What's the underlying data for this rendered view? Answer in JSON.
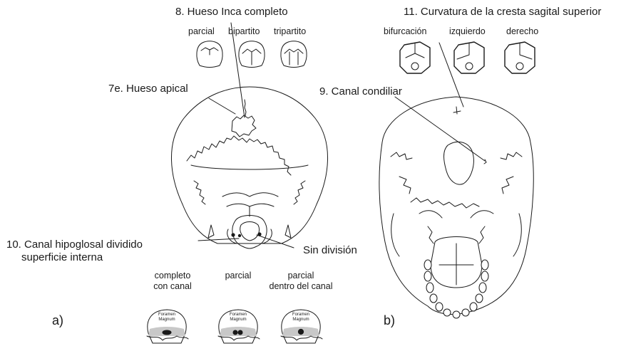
{
  "panel_a": {
    "label": "a)",
    "hueso_inca": {
      "title": "8. Hueso Inca completo",
      "variants": [
        "parcial",
        "bipartito",
        "tripartito"
      ]
    },
    "hueso_apical": "7e. Hueso apical",
    "canal_hipoglosal": {
      "title_line1": "10. Canal hipoglosal dividido",
      "title_line2": "superficie interna",
      "sin_division": "Sin división",
      "variants": [
        {
          "line1": "completo",
          "line2": "con canal"
        },
        {
          "line1": "parcial",
          "line2": ""
        },
        {
          "line1": "parcial",
          "line2": "dentro del canal"
        }
      ],
      "foramen_line1": "Foramen",
      "foramen_line2": "Magnum"
    }
  },
  "panel_b": {
    "label": "b)",
    "cresta_sagital": {
      "title": "11. Curvatura de la cresta sagital superior",
      "variants": [
        "bifurcación",
        "izquierdo",
        "derecho"
      ]
    },
    "canal_condiliar": "9. Canal condiliar"
  },
  "colors": {
    "ink": "#1a1a1a",
    "shade": "#c8c8c8"
  }
}
